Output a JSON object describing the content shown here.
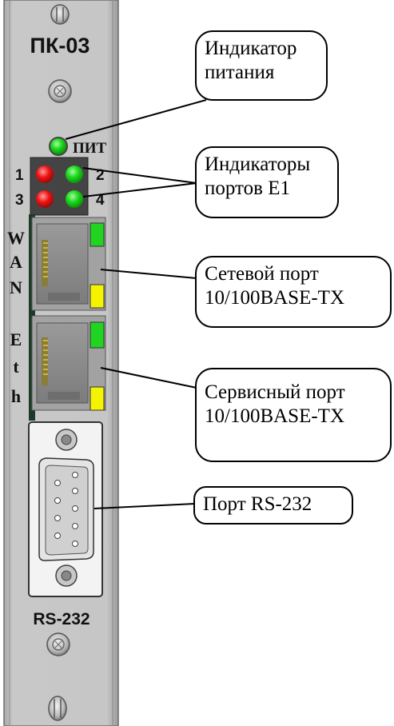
{
  "panel": {
    "model": "ПК-03",
    "power_label": "ПИТ",
    "port_numbers": [
      "1",
      "2",
      "3",
      "4"
    ],
    "wan_letters": [
      "W",
      "A",
      "N"
    ],
    "eth_letters": [
      "E",
      "t",
      "h"
    ],
    "serial_label": "RS-232"
  },
  "callouts": {
    "power": [
      "Индикатор",
      "питания"
    ],
    "e1": [
      "Индикаторы",
      "портов Е1"
    ],
    "wan": [
      "Сетевой порт",
      "10/100BASE-TX"
    ],
    "service": [
      "Сервисный порт",
      "10/100BASE-TX"
    ],
    "rs232": [
      "Порт RS-232"
    ]
  },
  "colors": {
    "panel": "#c4c4c4",
    "led_green": "#19d419",
    "led_red": "#ee1111",
    "link_led_green": "#22d422",
    "activity_led_yellow": "#f4f400",
    "pcb": "#1d3a26"
  }
}
